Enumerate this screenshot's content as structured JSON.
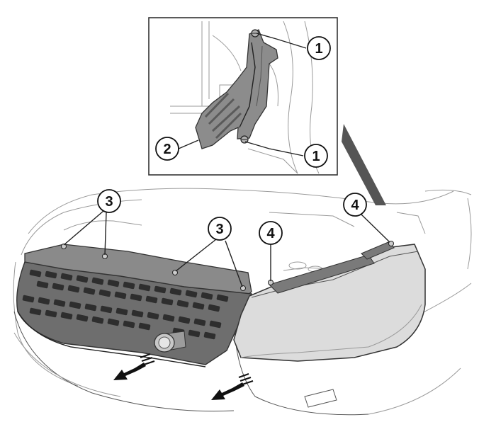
{
  "callouts": {
    "c1a": "1",
    "c1b": "1",
    "c2": "2",
    "c3a": "3",
    "c3b": "3",
    "c4a": "4",
    "c4b": "4"
  },
  "colors": {
    "grille": "#8a8a8a",
    "grille_dark": "#5c5c5c",
    "headlamp": "#dcdcdc",
    "line": "#222222"
  },
  "icons": [
    "removal-arrow-icon",
    "fastener-icon"
  ]
}
